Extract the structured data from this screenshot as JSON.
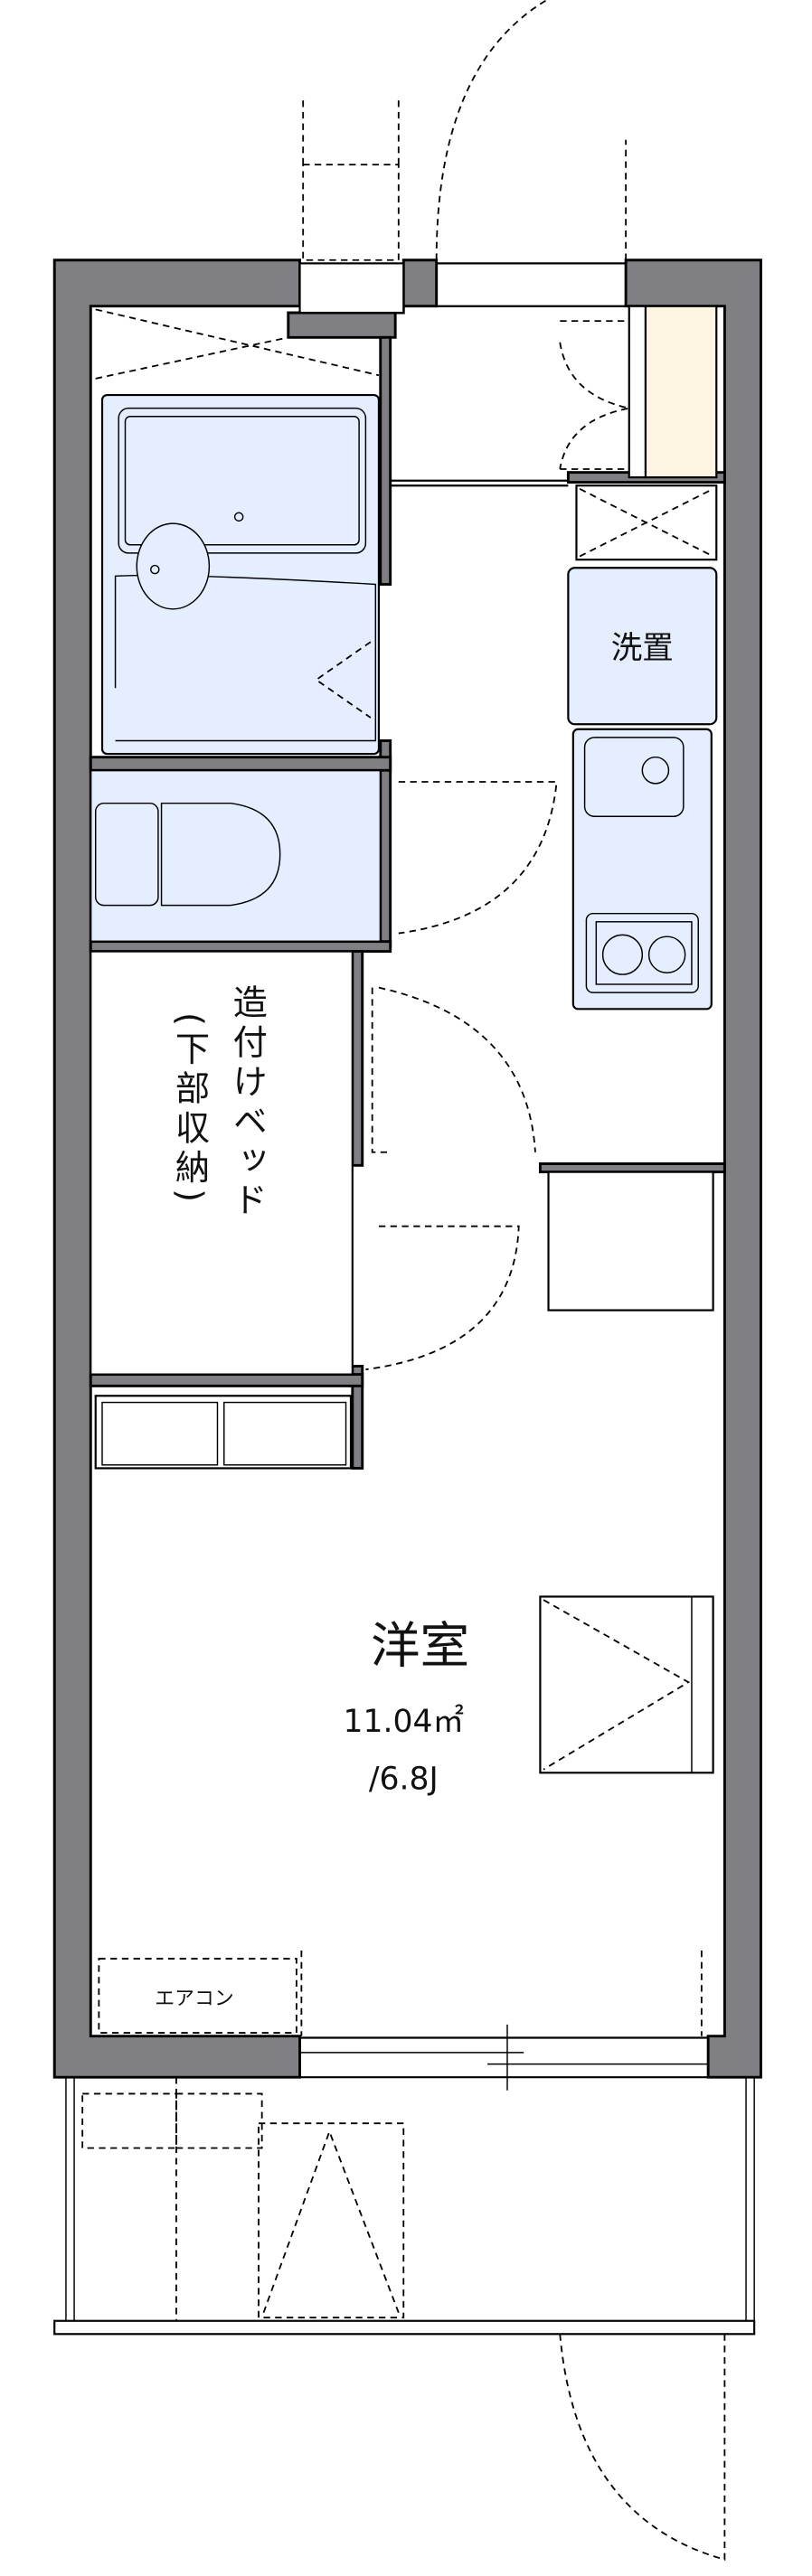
{
  "rooms": {
    "main_room": {
      "name": "洋室",
      "area": "11.04㎡",
      "size": "/6.8J"
    },
    "built_in_bed": {
      "label": "造付けベッド",
      "sub_label": "(下部収納)"
    },
    "washer": {
      "label": "洗置"
    },
    "air_conditioner": {
      "label": "エアコン"
    }
  },
  "colors": {
    "wall": "#808084",
    "wet_area": "#e5eeff",
    "shoe_box": "#fff5e2"
  }
}
